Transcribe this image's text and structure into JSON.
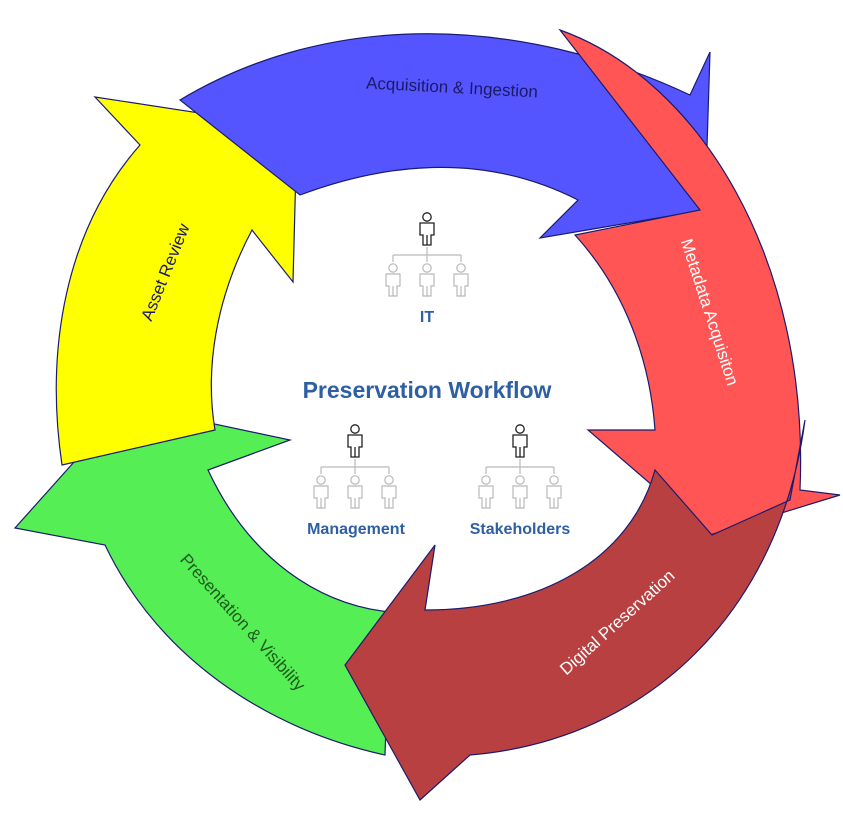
{
  "diagram": {
    "title": "Preservation Workflow",
    "title_color": "#2e5fa3",
    "stages": [
      {
        "label": "Acquisition & Ingestion",
        "color": "#5555ff",
        "text_color": "#1a1a66"
      },
      {
        "label": "Metadata Acquisiton",
        "color": "#ff5555",
        "text_color": "#ffffff"
      },
      {
        "label": "Digital Preservation",
        "color": "#b94040",
        "text_color": "#ffffff"
      },
      {
        "label": "Presentation & Visibility",
        "color": "#55ee55",
        "text_color": "#1d5a1d"
      },
      {
        "label": "Asset Review",
        "color": "#ffff00",
        "text_color": "#1a1a66"
      }
    ],
    "groups": [
      {
        "label": "IT",
        "color": "#2e5fa3",
        "icon": "org-chart-icon"
      },
      {
        "label": "Management",
        "color": "#2e5fa3",
        "icon": "org-chart-icon"
      },
      {
        "label": "Stakeholders",
        "color": "#2e5fa3",
        "icon": "org-chart-icon"
      }
    ]
  }
}
